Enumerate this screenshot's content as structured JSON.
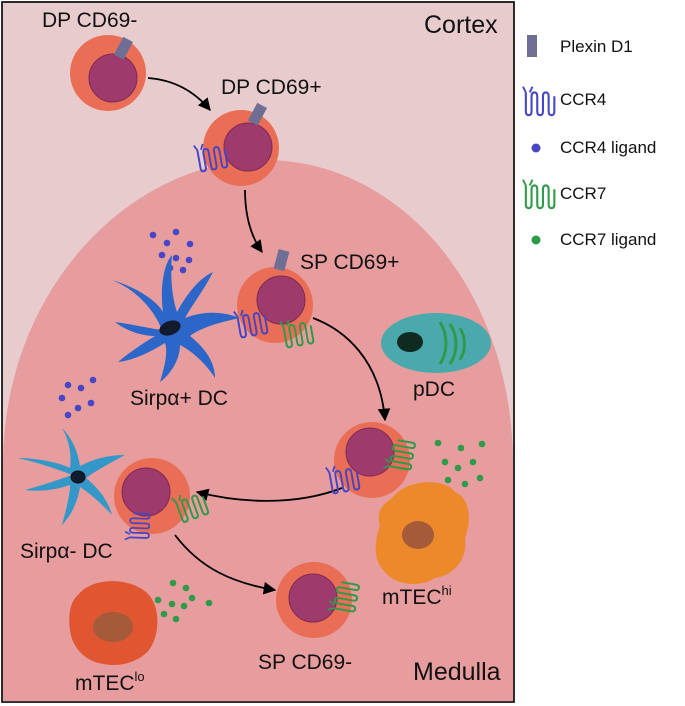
{
  "regions": {
    "cortex": "Cortex",
    "medulla": "Medulla"
  },
  "cells": {
    "dp_cd69_neg": "DP CD69-",
    "dp_cd69_pos": "DP CD69+",
    "sp_cd69_pos": "SP CD69+",
    "sp_cd69_neg": "SP CD69-",
    "sirpa_pos_dc": "Sirpα+ DC",
    "sirpa_neg_dc": "Sirpα- DC",
    "pdc": "pDC",
    "mtec_hi_base": "mTEC",
    "mtec_hi_sup": "hi",
    "mtec_lo_base": "mTEC",
    "mtec_lo_sup": "lo"
  },
  "legend": [
    {
      "label": "Plexin D1",
      "icon": "plexin-d1-icon"
    },
    {
      "label": "CCR4",
      "icon": "ccr4-receptor-icon"
    },
    {
      "label": "CCR4  ligand",
      "icon": "ccr4-ligand-icon"
    },
    {
      "label": "CCR7",
      "icon": "ccr7-receptor-icon"
    },
    {
      "label": "CCR7 ligand",
      "icon": "ccr7-ligand-icon"
    }
  ],
  "colors": {
    "cortex_bg": "#e8cccd",
    "medulla_bg": "#e79c9e",
    "thymocyte_outer": "#ea6e55",
    "thymocyte_nucleus": "#9e3a6c",
    "plexin": "#6f6f95",
    "ccr4": "#4646c6",
    "ccr7": "#2f9a49",
    "sirpa_pos_dc": "#2b66c8",
    "sirpa_neg_dc": "#3398c8",
    "pdc": "#4aa9ac",
    "mtec_hi": "#ec8a2b",
    "mtec_lo": "#df5631"
  }
}
